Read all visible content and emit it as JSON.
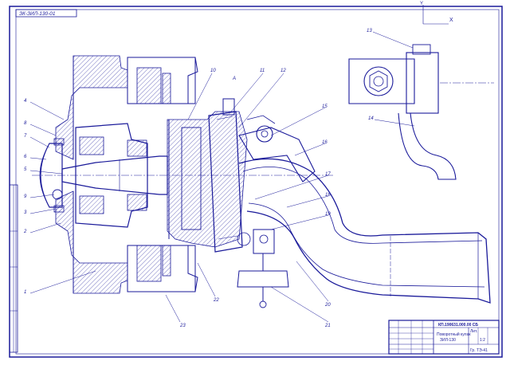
{
  "drawing": {
    "corner_tag": "ЗК-ЗИЛ-130-01",
    "axis_x_label": "X",
    "axis_y_label": "Y",
    "view_marker": "A",
    "callouts": [
      "1",
      "2",
      "3",
      "4",
      "5",
      "6",
      "7",
      "8",
      "9",
      "10",
      "11",
      "12",
      "13",
      "14",
      "15",
      "16",
      "17",
      "18",
      "19",
      "20",
      "21",
      "22",
      "23"
    ]
  },
  "title_block": {
    "doc_code": "КП.190631.000.00 СБ",
    "title_line1": "Поворотный кулак",
    "title_line2": "ЗИЛ-130",
    "sheet": "Лит.",
    "scale": "1:2",
    "org": "Гр. ТЭ-41"
  },
  "colors": {
    "ink": "#1a1a9a",
    "paper": "#ffffff"
  }
}
